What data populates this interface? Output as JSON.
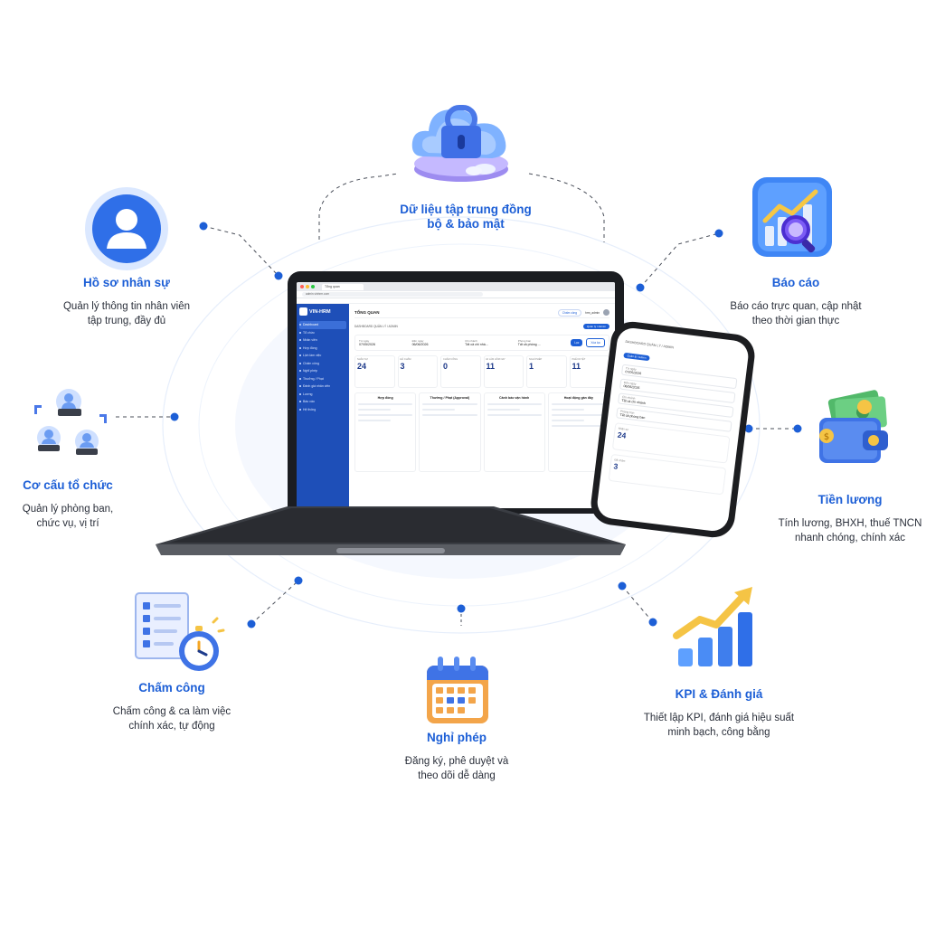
{
  "features": {
    "security": {
      "title_line1": "Dữ liệu tập trung đồng",
      "title_line2": "bộ & bảo mật"
    },
    "profile": {
      "title": "Hồ sơ nhân sự",
      "desc_line1": "Quản lý thông tin nhân viên",
      "desc_line2": "tập trung, đầy đủ"
    },
    "report": {
      "title": "Báo cáo",
      "desc_line1": "Báo cáo trực quan, cập nhật",
      "desc_line2": "theo thời gian thực"
    },
    "org": {
      "title": "Cơ cấu tổ chức",
      "desc_line1": "Quản lý phòng ban,",
      "desc_line2": "chức vụ, vị trí"
    },
    "salary": {
      "title": "Tiền lương",
      "desc_line1": "Tính lương, BHXH, thuế TNCN",
      "desc_line2": "nhanh chóng, chính xác"
    },
    "attendance": {
      "title": "Chấm công",
      "desc_line1": "Chấm công & ca làm việc",
      "desc_line2": "chính xác, tự động"
    },
    "leave": {
      "title": "Nghỉ phép",
      "desc_line1": "Đăng ký, phê duyệt và",
      "desc_line2": "theo dõi dễ dàng"
    },
    "kpi": {
      "title": "KPI & Đánh giá",
      "desc_line1": "Thiết lập KPI, đánh giá hiệu suất",
      "desc_line2": "minh bạch, công bằng"
    }
  },
  "laptop_app": {
    "tab": "Tổng quan",
    "url": "admin.vinhrm.com",
    "brand": "VIN-HRM",
    "sidebar": [
      "Dashboard",
      "Tổ chức",
      "Nhân viên",
      "Hợp đồng",
      "Lịch làm việc",
      "Chấm công",
      "Nghỉ phép",
      "Thưởng / Phạt",
      "Đánh giá nhân viên",
      "Lương",
      "Báo cáo",
      "Hệ thống"
    ],
    "page_title": "TỔNG QUAN",
    "header_button": "Chấm công",
    "user": "hrm_admin",
    "breadcrumb": "DASHBOARD QUẢN LÝ / ADMIN",
    "role_chip": "Quản lý / Admin",
    "filters": [
      {
        "label": "Từ ngày",
        "value": "07/05/2026"
      },
      {
        "label": "Đến ngày",
        "value": "06/06/2026"
      },
      {
        "label": "Chi nhánh",
        "value": "Tất cả chi nhá..."
      },
      {
        "label": "Phòng ban",
        "value": "Tất cả phòng ..."
      }
    ],
    "filter_button": "Lọc",
    "reset_button": "Xóa lọc",
    "stats": [
      {
        "label": "NHÂN SỰ",
        "value": "24"
      },
      {
        "label": "ĐÃ CHẤM",
        "value": "3"
      },
      {
        "label": "CHẤM CÔNG",
        "value": "0"
      },
      {
        "label": "ĐI LÀM HÔM NAY",
        "value": "11"
      },
      {
        "label": "NGHỈ PHÉP",
        "value": "1"
      },
      {
        "label": "PHÊ DUYỆT",
        "value": "11"
      }
    ],
    "panels": [
      "Hợp đồng",
      "Thưởng / Phạt (Approval)",
      "Cảnh báo vận hành",
      "Hoạt động gần đây"
    ]
  },
  "phone_app": {
    "breadcrumb": "DASHBOARD QUẢN LÝ / ADMIN",
    "chip": "Quản lý / Admin",
    "fields": [
      {
        "label": "Từ ngày",
        "value": "07/05/2026"
      },
      {
        "label": "Đến ngày",
        "value": "06/06/2026"
      },
      {
        "label": "Chi nhánh",
        "value": "Tất cả chi nhánh"
      },
      {
        "label": "Phòng ban",
        "value": "Tất cả phòng ban"
      }
    ],
    "stats": [
      {
        "label": "Nhân sự",
        "value": "24"
      },
      {
        "label": "Đã chấm",
        "value": "3"
      }
    ]
  }
}
